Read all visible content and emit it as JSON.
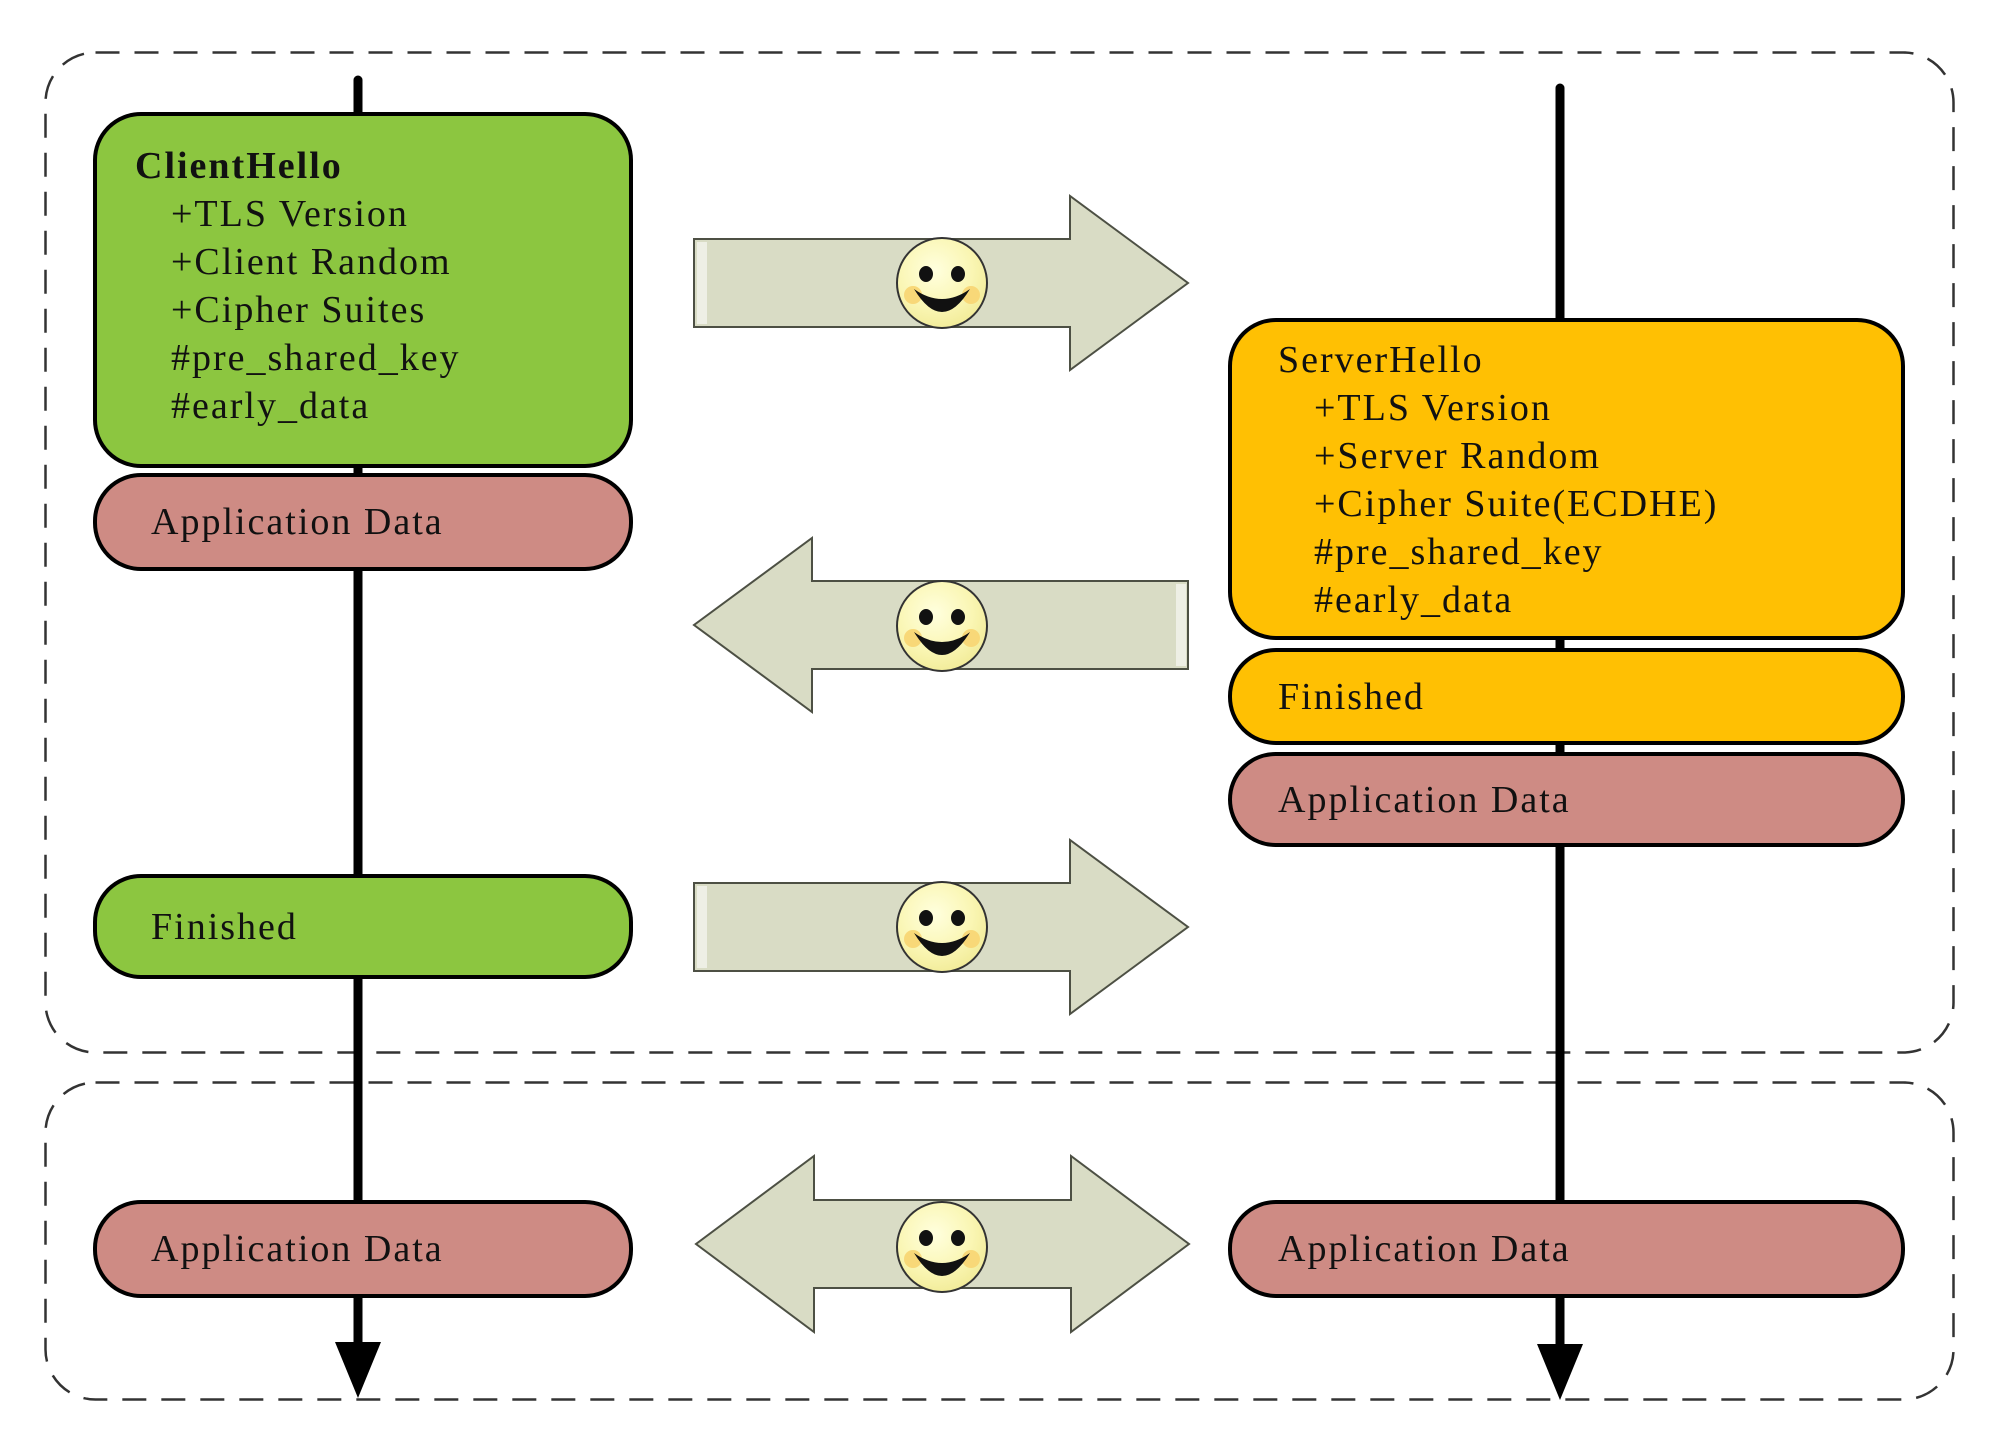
{
  "client": {
    "hello": {
      "title": "ClientHello",
      "items": [
        "+TLS Version",
        "+Client Random",
        "+Cipher Suites",
        "#pre_shared_key",
        "#early_data"
      ]
    },
    "app_data_label": "Application Data",
    "finished_label": "Finished",
    "app_data_2_label": "Application Data"
  },
  "server": {
    "hello": {
      "title": "ServerHello",
      "items": [
        "+TLS Version",
        "+Server Random",
        "+Cipher Suite(ECDHE)",
        "#pre_shared_key",
        "#early_data"
      ]
    },
    "finished_label": "Finished",
    "app_data_label": "Application Data",
    "app_data_2_label": "Application Data"
  },
  "icons": {
    "smiley": "smiley-face",
    "arrow_1": "right-block-arrow",
    "arrow_2": "left-block-arrow",
    "arrow_3": "right-block-arrow",
    "arrow_4": "double-headed-block-arrow"
  },
  "colors": {
    "client_message_box": "#8CC640",
    "server_message_box": "#FFC003",
    "application_data_box": "#CE8B84",
    "arrow_fill": "#D9DCC5",
    "smiley_face": "#FAF6B4",
    "smiley_cheek": "#F8D878",
    "box_border": "#000000",
    "phase_border_dashed": "#333333",
    "lifeline": "#000000"
  }
}
